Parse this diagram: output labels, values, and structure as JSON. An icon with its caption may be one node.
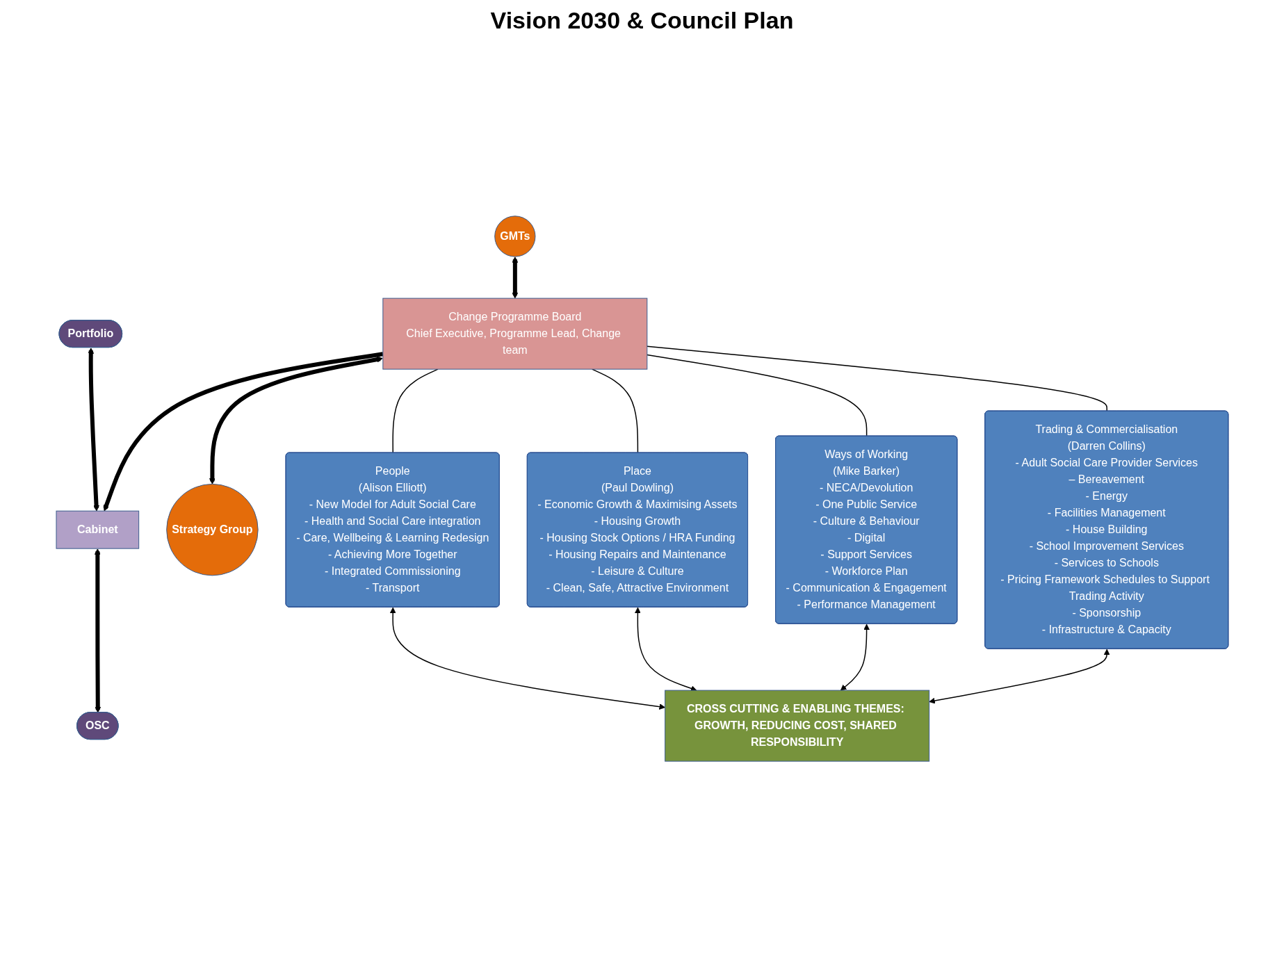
{
  "diagram": {
    "title": "Vision 2030 & Council Plan",
    "nodes": [
      {
        "text": [
          "Portfolio"
        ]
      },
      {
        "text": [
          "Cabinet"
        ]
      },
      {
        "text": [
          "OSC"
        ]
      },
      {
        "text": [
          "GMTs"
        ]
      },
      {
        "text": [
          "Change Programme Board",
          "Chief Executive, Programme Lead, Change team"
        ]
      },
      {
        "text": [
          "Strategy Group"
        ]
      },
      {
        "text": [
          "People",
          "(Alison Elliott)",
          "- New Model for Adult Social Care",
          "- Health and Social Care integration",
          "- Care, Wellbeing & Learning Redesign",
          "- Achieving More Together",
          "- Integrated Commissioning",
          "- Transport"
        ]
      },
      {
        "text": [
          "Place",
          "(Paul Dowling)",
          "- Economic Growth & Maximising Assets",
          "- Housing Growth",
          "- Housing Stock Options / HRA Funding",
          "- Housing Repairs and Maintenance",
          "- Leisure & Culture",
          "- Clean, Safe, Attractive Environment"
        ]
      },
      {
        "text": [
          "Ways of Working",
          "(Mike Barker)",
          "- NECA/Devolution",
          "- One Public Service",
          "- Culture & Behaviour",
          "- Digital",
          "- Support Services",
          "- Workforce Plan",
          "- Communication & Engagement",
          "- Performance Management"
        ]
      },
      {
        "text": [
          "Trading & Commercialisation",
          "(Darren Collins)",
          "- Adult Social Care Provider Services",
          "– Bereavement",
          "- Energy",
          "- Facilities Management",
          "- House Building",
          "- School Improvement Services",
          "- Services to Schools",
          "- Pricing Framework Schedules to Support Trading Activity",
          "- Sponsorship",
          "- Infrastructure & Capacity"
        ]
      },
      {
        "text": [
          "CROSS CUTTING & ENABLING THEMES: GROWTH, REDUCING COST, SHARED RESPONSIBILITY"
        ]
      }
    ],
    "edges": [
      {
        "from": 0,
        "to": 1,
        "arrow": "both",
        "style": "thick"
      },
      {
        "from": 1,
        "to": 2,
        "arrow": "both",
        "style": "thick"
      },
      {
        "from": 4,
        "to": 1,
        "arrow": "to",
        "style": "thick"
      },
      {
        "from": 3,
        "to": 4,
        "arrow": "both",
        "style": "thick"
      },
      {
        "from": 4,
        "to": 5,
        "arrow": "both",
        "style": "thick"
      },
      {
        "from": 4,
        "to": 6,
        "arrow": "none"
      },
      {
        "from": 4,
        "to": 7,
        "arrow": "none"
      },
      {
        "from": 4,
        "to": 8,
        "arrow": "none"
      },
      {
        "from": 4,
        "to": 9,
        "arrow": "none"
      },
      {
        "from": 6,
        "to": 10,
        "arrow": "both"
      },
      {
        "from": 7,
        "to": 10,
        "arrow": "both"
      },
      {
        "from": 8,
        "to": 10,
        "arrow": "both"
      },
      {
        "from": 9,
        "to": 10,
        "arrow": "both"
      }
    ]
  }
}
